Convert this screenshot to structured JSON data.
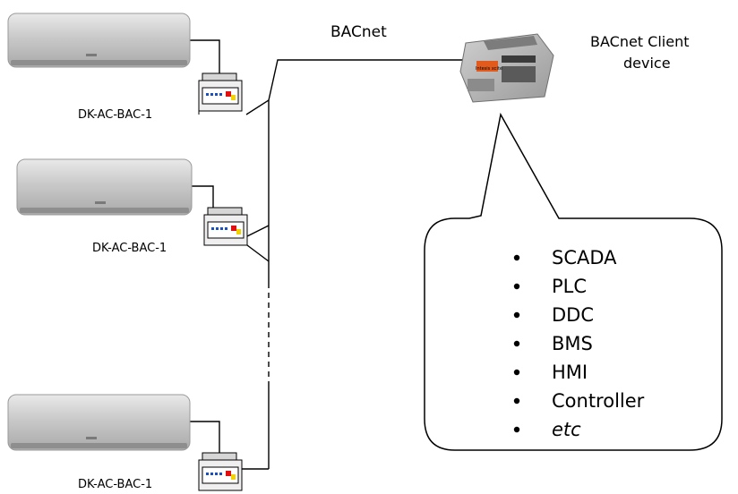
{
  "protocol_label": "BACnet",
  "client": {
    "line1": "BACnet Client",
    "line2": "device",
    "device_label": "Intesis xcite"
  },
  "units": [
    {
      "gateway_label": "DK-AC-BAC-1"
    },
    {
      "gateway_label": "DK-AC-BAC-1"
    },
    {
      "gateway_label": "DK-AC-BAC-1"
    }
  ],
  "client_types": [
    "SCADA",
    "PLC",
    "DDC",
    "BMS",
    "HMI",
    "Controller",
    "etc"
  ]
}
